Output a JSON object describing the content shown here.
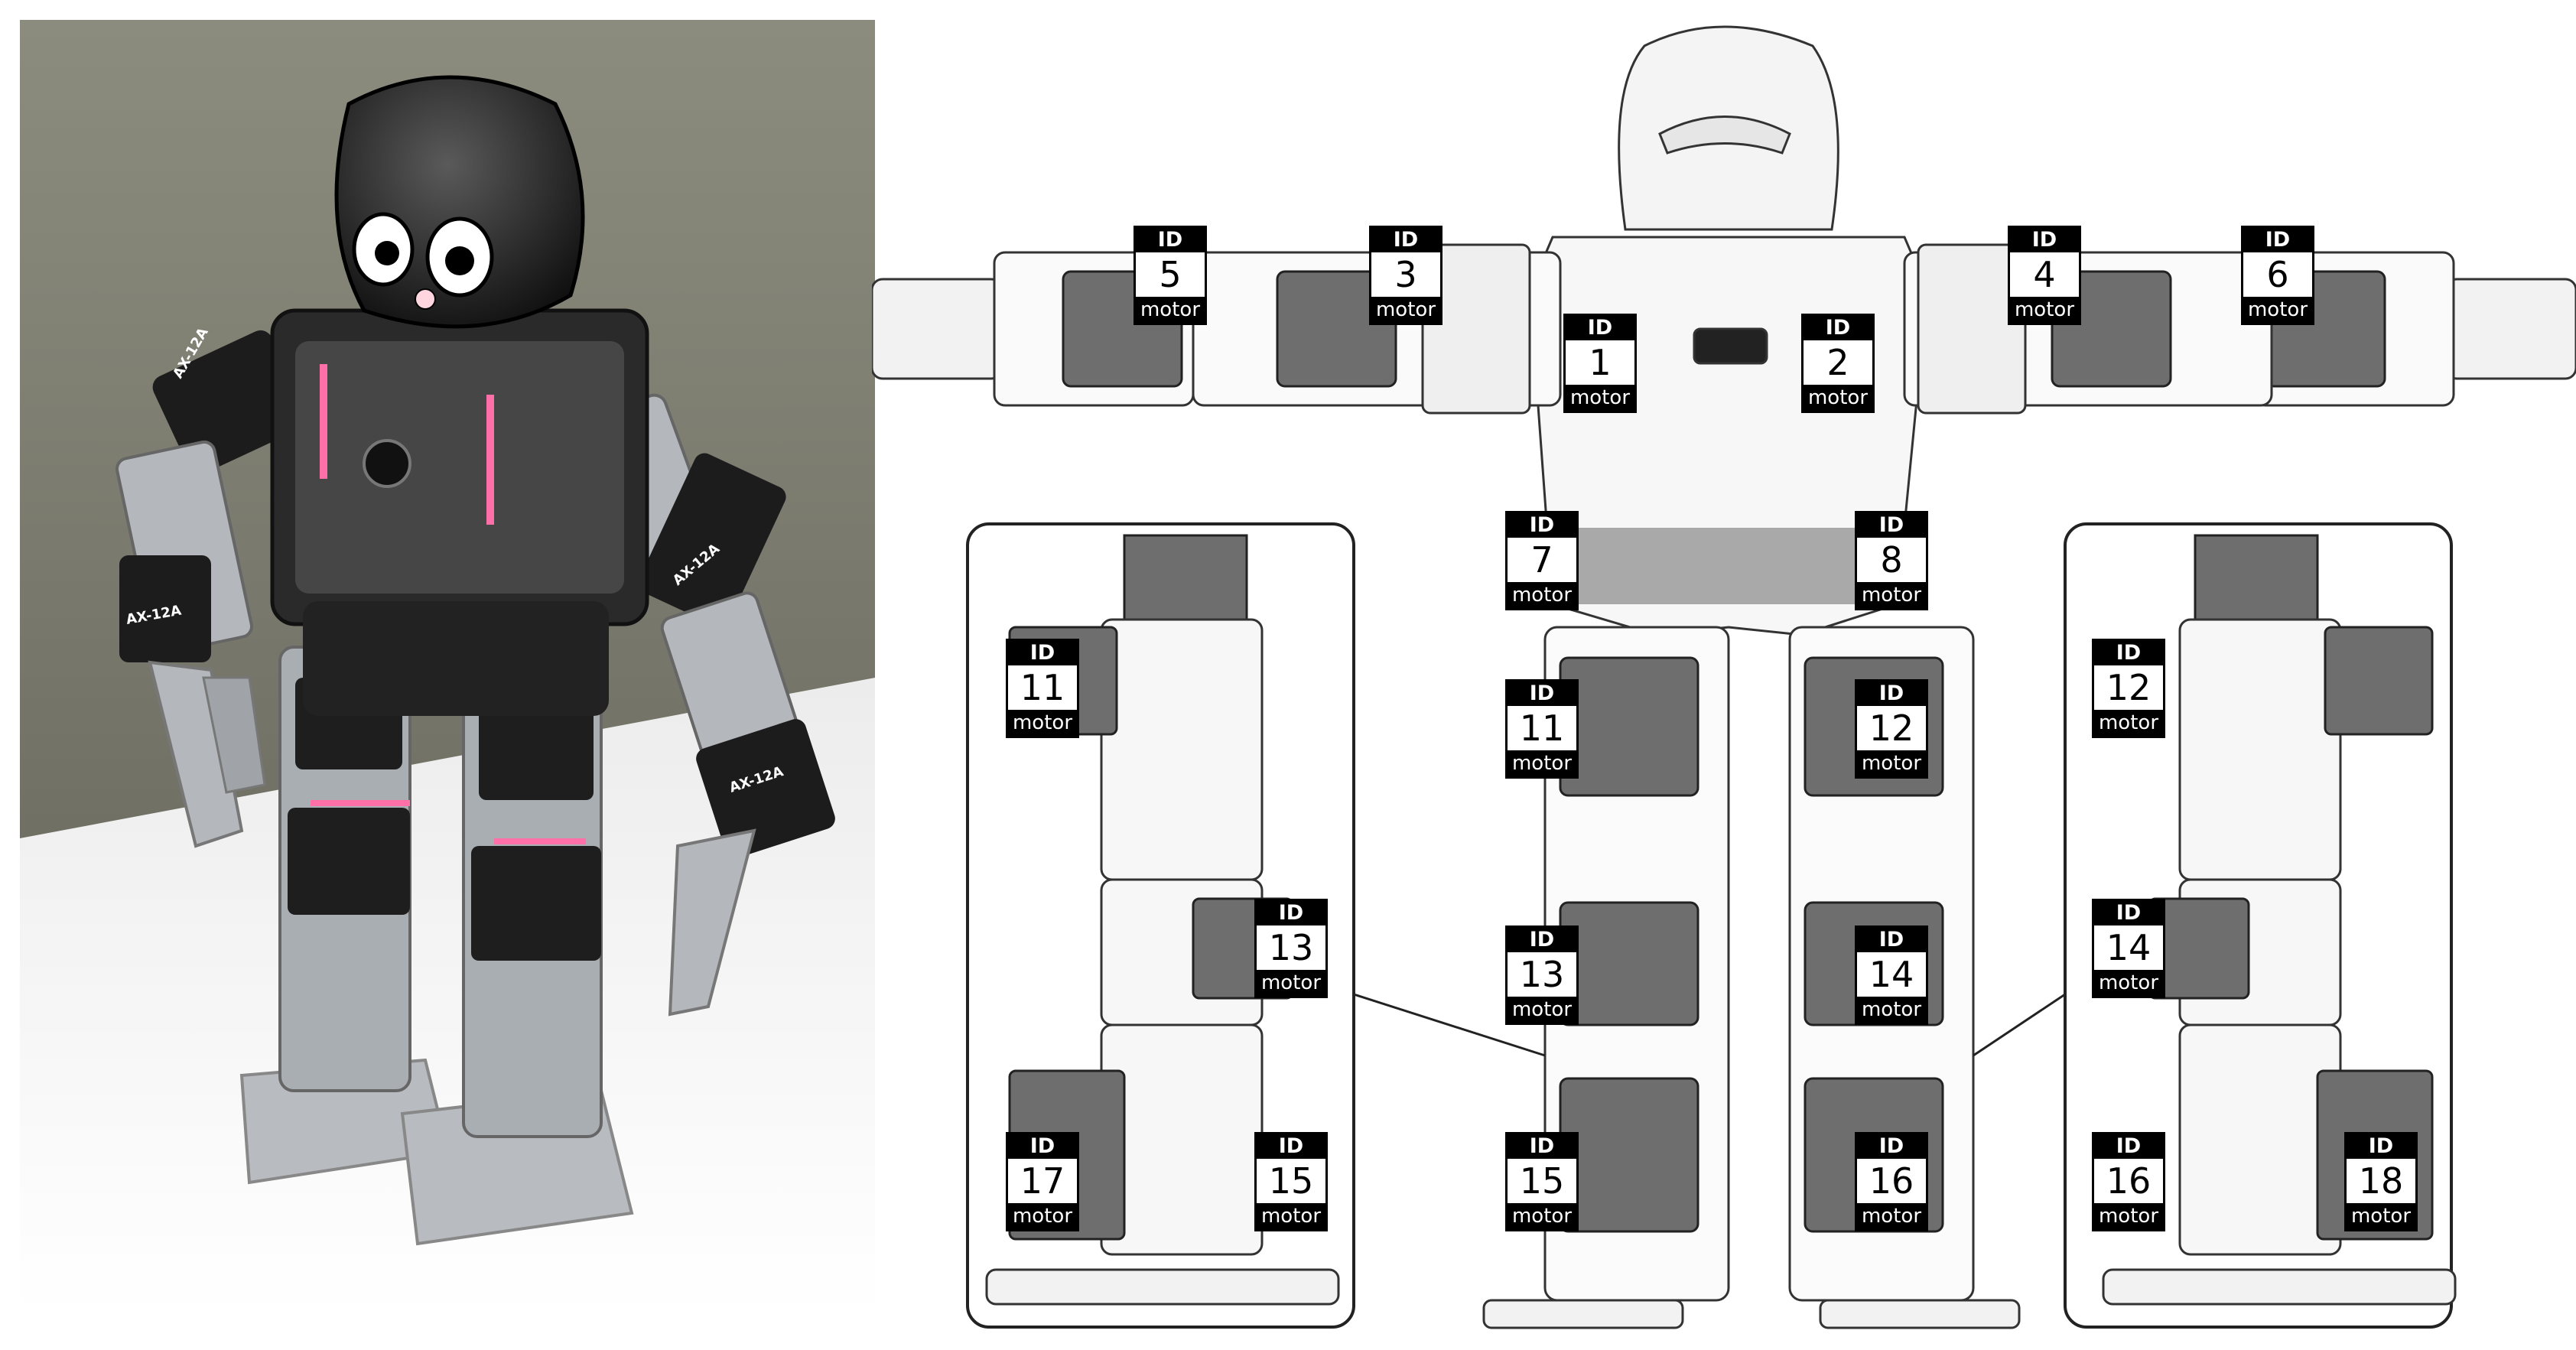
{
  "tag_header": "ID",
  "tag_footer": "motor",
  "motor_tags": [
    {
      "id": "5"
    },
    {
      "id": "3"
    },
    {
      "id": "1"
    },
    {
      "id": "2"
    },
    {
      "id": "4"
    },
    {
      "id": "6"
    },
    {
      "id": "7"
    },
    {
      "id": "8"
    },
    {
      "id": "11"
    },
    {
      "id": "12"
    },
    {
      "id": "13"
    },
    {
      "id": "14"
    },
    {
      "id": "15"
    },
    {
      "id": "16"
    },
    {
      "id": "11"
    },
    {
      "id": "13"
    },
    {
      "id": "17"
    },
    {
      "id": "15"
    },
    {
      "id": "12"
    },
    {
      "id": "14"
    },
    {
      "id": "16"
    },
    {
      "id": "18"
    }
  ],
  "photo_markings": [
    "AX-12A",
    "AX-12A",
    "AX-12A",
    "AX-12A"
  ],
  "colors": {
    "line": "#333333",
    "servo": "#555555",
    "tag_fill": "#000000",
    "robot_light": "#ff6fa8"
  }
}
